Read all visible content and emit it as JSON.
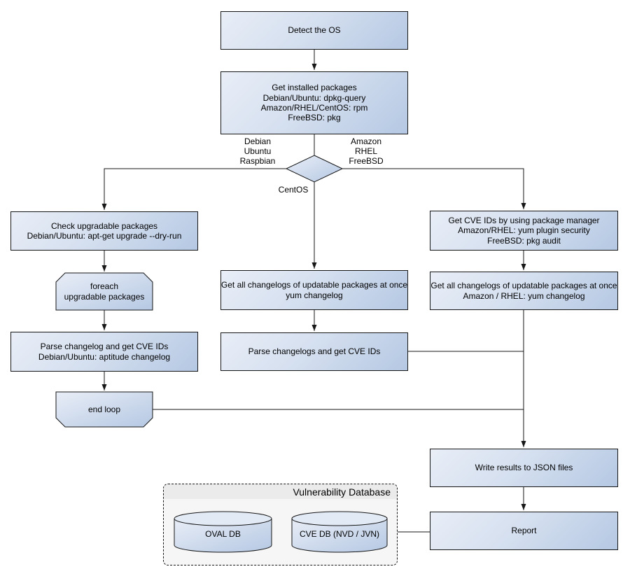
{
  "colors": {
    "node_fill_light": "#e9eef7",
    "node_fill_dark": "#b5c8e3",
    "stroke": "#161616",
    "db_fill": "#f6f6f6",
    "db_header_fill": "#ebebeb"
  },
  "nodes": {
    "detect_os": {
      "lines": [
        "Detect the OS"
      ]
    },
    "get_installed": {
      "lines": [
        "Get installed packages",
        "Debian/Ubuntu: dpkg-query",
        "Amazon/RHEL/CentOS: rpm",
        "FreeBSD: pkg"
      ]
    },
    "check_upgradable": {
      "lines": [
        "Check upgradable packages",
        "Debian/Ubuntu: apt-get upgrade --dry-run"
      ]
    },
    "foreach_loop": {
      "lines": [
        "foreach",
        "upgradable  packages"
      ]
    },
    "parse_changelog_left": {
      "lines": [
        "Parse changelog and get  CVE IDs",
        "Debian/Ubuntu: aptitude changelog"
      ]
    },
    "end_loop": {
      "lines": [
        "end loop"
      ]
    },
    "get_changelogs_mid": {
      "lines": [
        "Get all changelogs of updatable packages at once",
        "yum changelog"
      ]
    },
    "parse_changelogs_mid": {
      "lines": [
        "Parse changelogs and get CVE IDs"
      ]
    },
    "get_cve_ids_right": {
      "lines": [
        "Get CVE IDs by using package manager",
        "Amazon/RHEL: yum plugin security",
        "FreeBSD: pkg audit"
      ]
    },
    "get_changelogs_right": {
      "lines": [
        "Get all changelogs of updatable packages at once",
        "Amazon / RHEL: yum changelog"
      ]
    },
    "write_results": {
      "lines": [
        "Write results to JSON files"
      ]
    },
    "report": {
      "lines": [
        "Report"
      ]
    }
  },
  "branch_labels": {
    "left": [
      "Debian",
      "Ubuntu",
      "Raspbian"
    ],
    "right": [
      "Amazon",
      "RHEL",
      "FreeBSD"
    ],
    "center": "CentOS"
  },
  "database": {
    "title": "Vulnerability Database",
    "cylinders": [
      {
        "label": "OVAL DB"
      },
      {
        "label": "CVE DB (NVD / JVN)"
      }
    ]
  }
}
